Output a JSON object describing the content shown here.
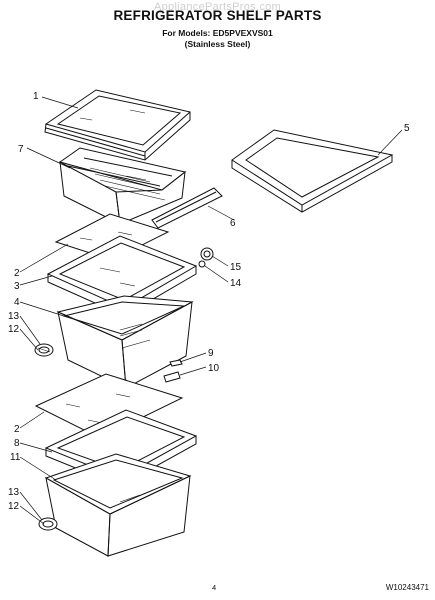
{
  "header": {
    "watermark": "AppliancePartsPros.com",
    "title": "REFRIGERATOR SHELF PARTS",
    "models": "For Models: ED5PVEXVS01",
    "finish": "(Stainless Steel)"
  },
  "callouts": [
    "1",
    "7",
    "5",
    "6",
    "2",
    "3",
    "4",
    "13",
    "12",
    "15",
    "14",
    "9",
    "10",
    "2",
    "8",
    "11",
    "13",
    "12"
  ],
  "footer": {
    "page": "4",
    "doc_number": "W10243471"
  }
}
